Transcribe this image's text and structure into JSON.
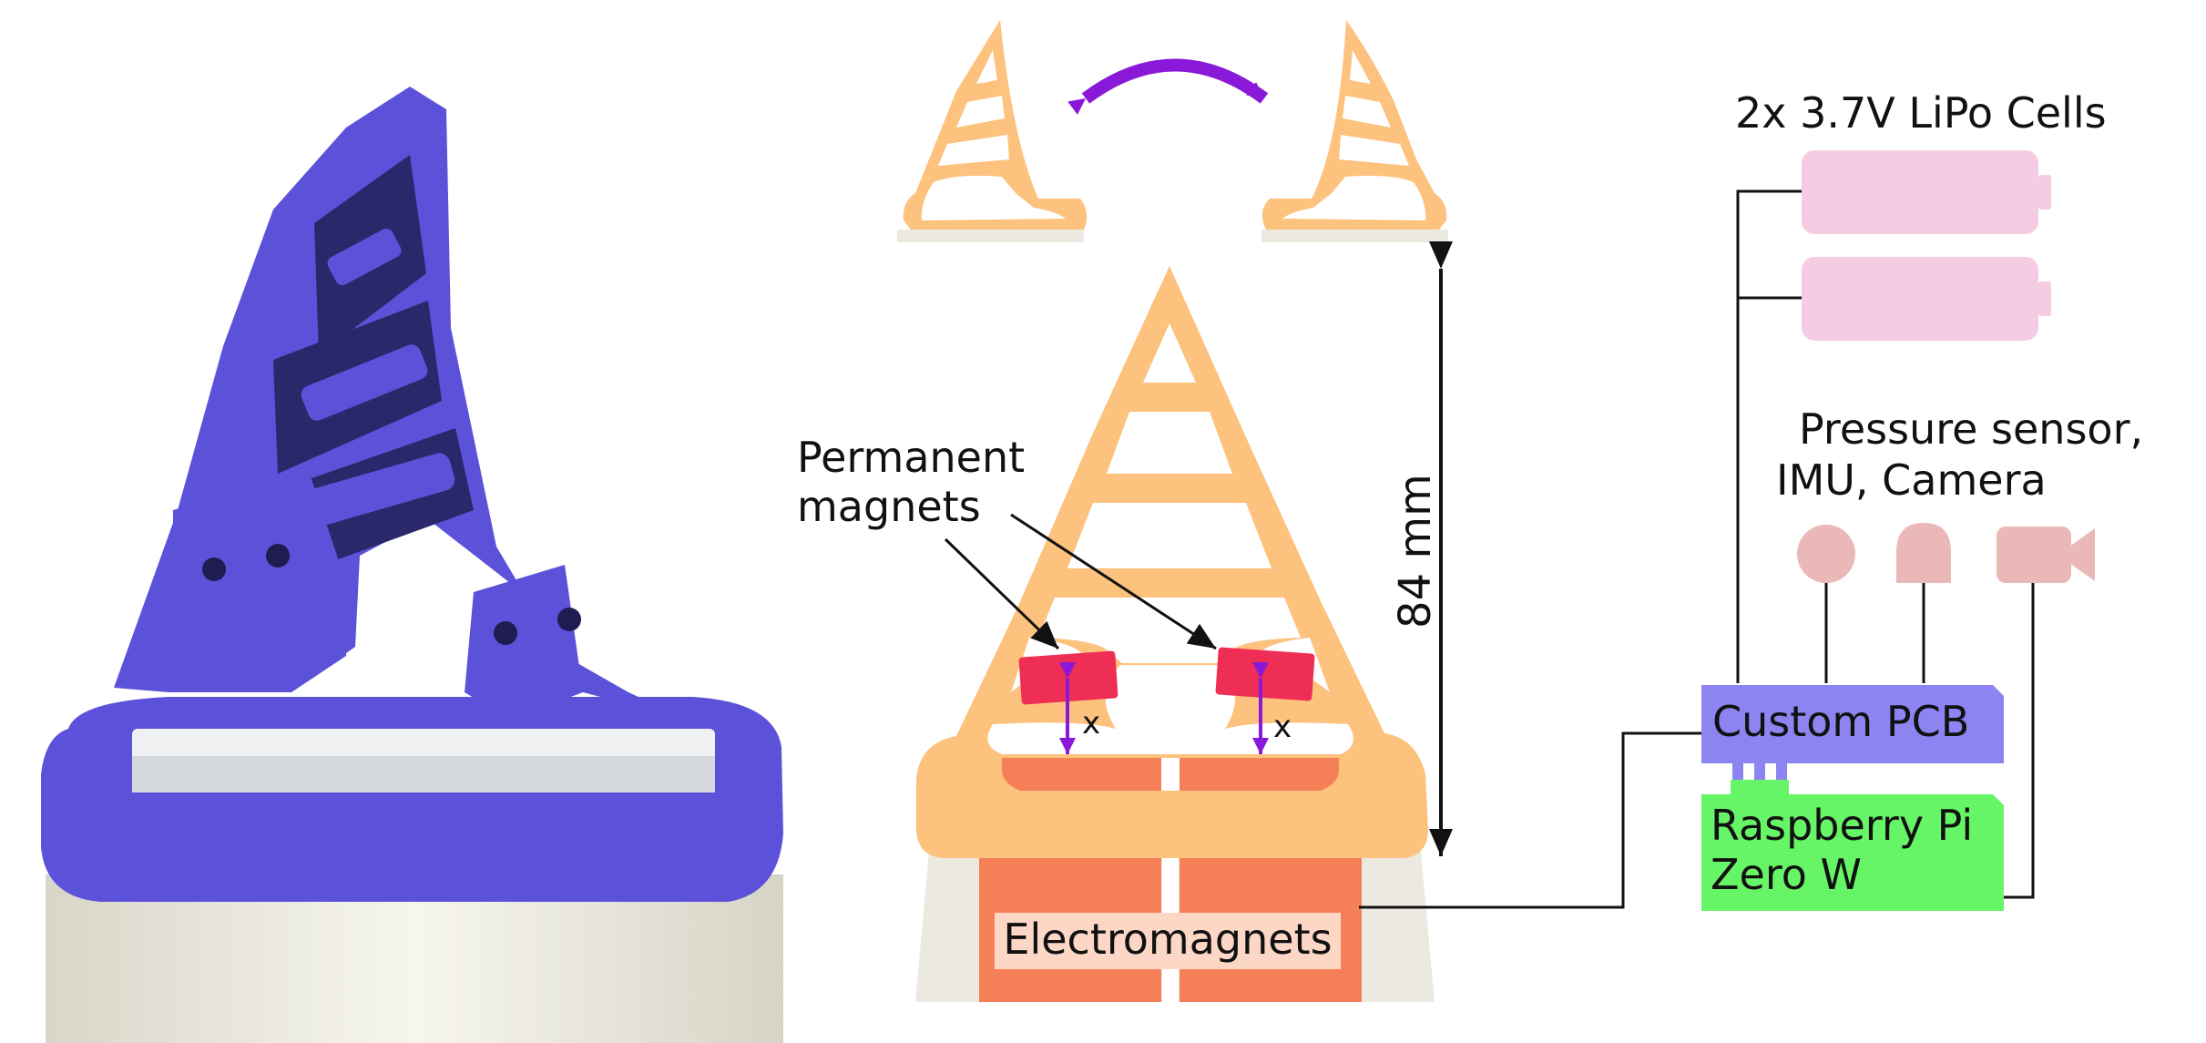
{
  "labels": {
    "battery": "2x 3.7V LiPo Cells",
    "sensors_line1": "Pressure sensor,",
    "sensors_line2": "IMU, Camera",
    "magnets_line1": "Permanent",
    "magnets_line2": "magnets",
    "height": "84 mm",
    "gap_left": "x",
    "gap_right": "x",
    "pcb": "Custom PCB",
    "pi_line1": "Raspberry Pi",
    "pi_line2": "Zero W",
    "electromagnets": "Electromagnets"
  },
  "colors": {
    "fin_photo": "#5b52d9",
    "fin_diagram": "#fcc27e",
    "base_grey": "#ebe9e0",
    "electromagnet": "#f58057",
    "permanent_magnet": "#ee2e55",
    "motion_arrow": "#8a18d8",
    "battery": "#f5cde3",
    "sensor": "#ebb8b8",
    "pcb": "#8c84f0",
    "raspberry_pi": "#66f566",
    "line": "#111111"
  },
  "icons": [
    "battery-icon",
    "pressure-sensor-icon",
    "imu-icon",
    "camera-icon",
    "double-arrow-icon"
  ]
}
